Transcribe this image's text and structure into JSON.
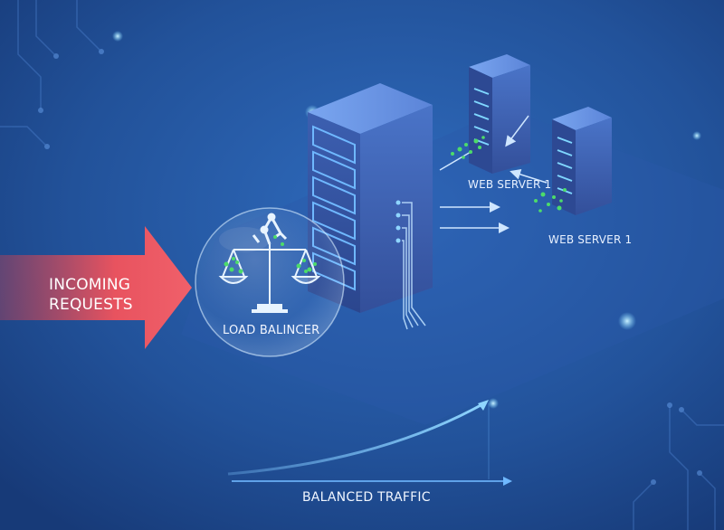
{
  "incoming": {
    "line1": "INCOMING",
    "line2": "REQUESTS"
  },
  "load_balancer": {
    "label": "LOAD BALINCER"
  },
  "servers": [
    {
      "label": "WEB SERVER 1"
    },
    {
      "label": "WEB SERVER 1"
    }
  ],
  "traffic": {
    "label": "BALANCED TRAFFIC"
  },
  "colors": {
    "background": "#1f4a8e",
    "arrow": "#e8535f",
    "server": "#3d63b8",
    "glow": "#7fd7ff",
    "green_dots": "#4ddc6a"
  },
  "icons": [
    "scale-icon",
    "robot-arm-icon",
    "server-rack-icon",
    "arrow-right-icon"
  ]
}
